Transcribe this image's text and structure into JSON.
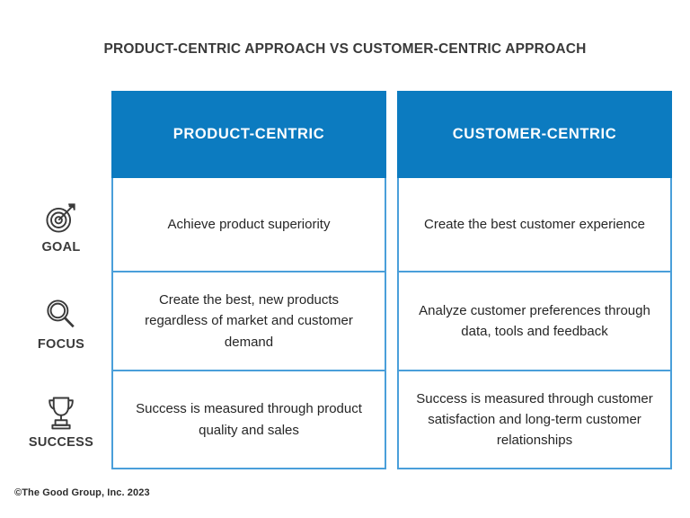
{
  "page": {
    "title": "PRODUCT-CENTRIC APPROACH VS CUSTOMER-CENTRIC APPROACH",
    "footer": "©The Good Group, Inc. 2023",
    "colors": {
      "header_blue": "#0c7bc0",
      "cell_border_blue": "#4a9fda",
      "title_text": "#3a3a3a",
      "body_text": "#262626",
      "background": "#ffffff"
    }
  },
  "table": {
    "columns": [
      {
        "header": "PRODUCT-CENTRIC"
      },
      {
        "header": "CUSTOMER-CENTRIC"
      }
    ],
    "rows": [
      {
        "label": "GOAL",
        "icon": "target-arrow-icon",
        "product_centric": "Achieve product superiority",
        "customer_centric": "Create the best customer experience"
      },
      {
        "label": "FOCUS",
        "icon": "magnifying-glass-icon",
        "product_centric": "Create the best, new products regardless of market and customer demand",
        "customer_centric": "Analyze customer preferences through data, tools and feedback"
      },
      {
        "label": "SUCCESS",
        "icon": "trophy-icon",
        "product_centric": "Success is measured through product quality and sales",
        "customer_centric": "Success is measured through customer satisfaction and long-term customer relationships"
      }
    ]
  }
}
